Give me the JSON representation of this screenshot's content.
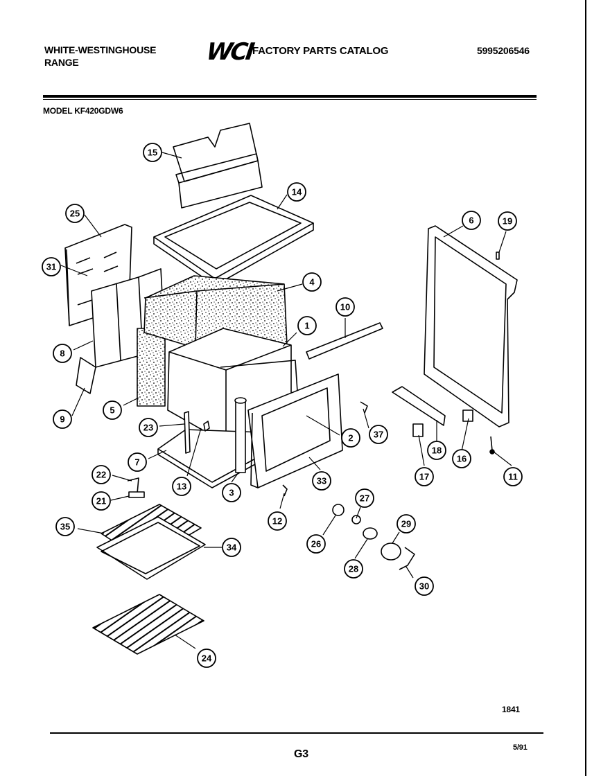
{
  "header": {
    "brand_line1": "WHITE-WESTINGHOUSE",
    "brand_line2": "RANGE",
    "logo": "WCI",
    "catalog_title": "FACTORY PARTS CATALOG",
    "part_number": "5995206546"
  },
  "model": "MODEL KF420GDW6",
  "figure_number": "1841",
  "footer": {
    "page": "G3",
    "date": "5/91"
  },
  "callouts": [
    {
      "id": "15",
      "label": "15"
    },
    {
      "id": "14",
      "label": "14"
    },
    {
      "id": "25",
      "label": "25"
    },
    {
      "id": "31",
      "label": "31"
    },
    {
      "id": "4",
      "label": "4"
    },
    {
      "id": "6",
      "label": "6"
    },
    {
      "id": "19",
      "label": "19"
    },
    {
      "id": "10",
      "label": "10"
    },
    {
      "id": "1",
      "label": "1"
    },
    {
      "id": "8",
      "label": "8"
    },
    {
      "id": "5",
      "label": "5"
    },
    {
      "id": "9",
      "label": "9"
    },
    {
      "id": "23",
      "label": "23"
    },
    {
      "id": "2",
      "label": "2"
    },
    {
      "id": "37",
      "label": "37"
    },
    {
      "id": "18",
      "label": "18"
    },
    {
      "id": "16",
      "label": "16"
    },
    {
      "id": "7",
      "label": "7"
    },
    {
      "id": "17",
      "label": "17"
    },
    {
      "id": "11",
      "label": "11"
    },
    {
      "id": "22",
      "label": "22"
    },
    {
      "id": "13",
      "label": "13"
    },
    {
      "id": "3",
      "label": "3"
    },
    {
      "id": "33",
      "label": "33"
    },
    {
      "id": "21",
      "label": "21"
    },
    {
      "id": "27",
      "label": "27"
    },
    {
      "id": "12",
      "label": "12"
    },
    {
      "id": "35",
      "label": "35"
    },
    {
      "id": "29",
      "label": "29"
    },
    {
      "id": "26",
      "label": "26"
    },
    {
      "id": "34",
      "label": "34"
    },
    {
      "id": "28",
      "label": "28"
    },
    {
      "id": "30",
      "label": "30"
    },
    {
      "id": "24",
      "label": "24"
    }
  ]
}
